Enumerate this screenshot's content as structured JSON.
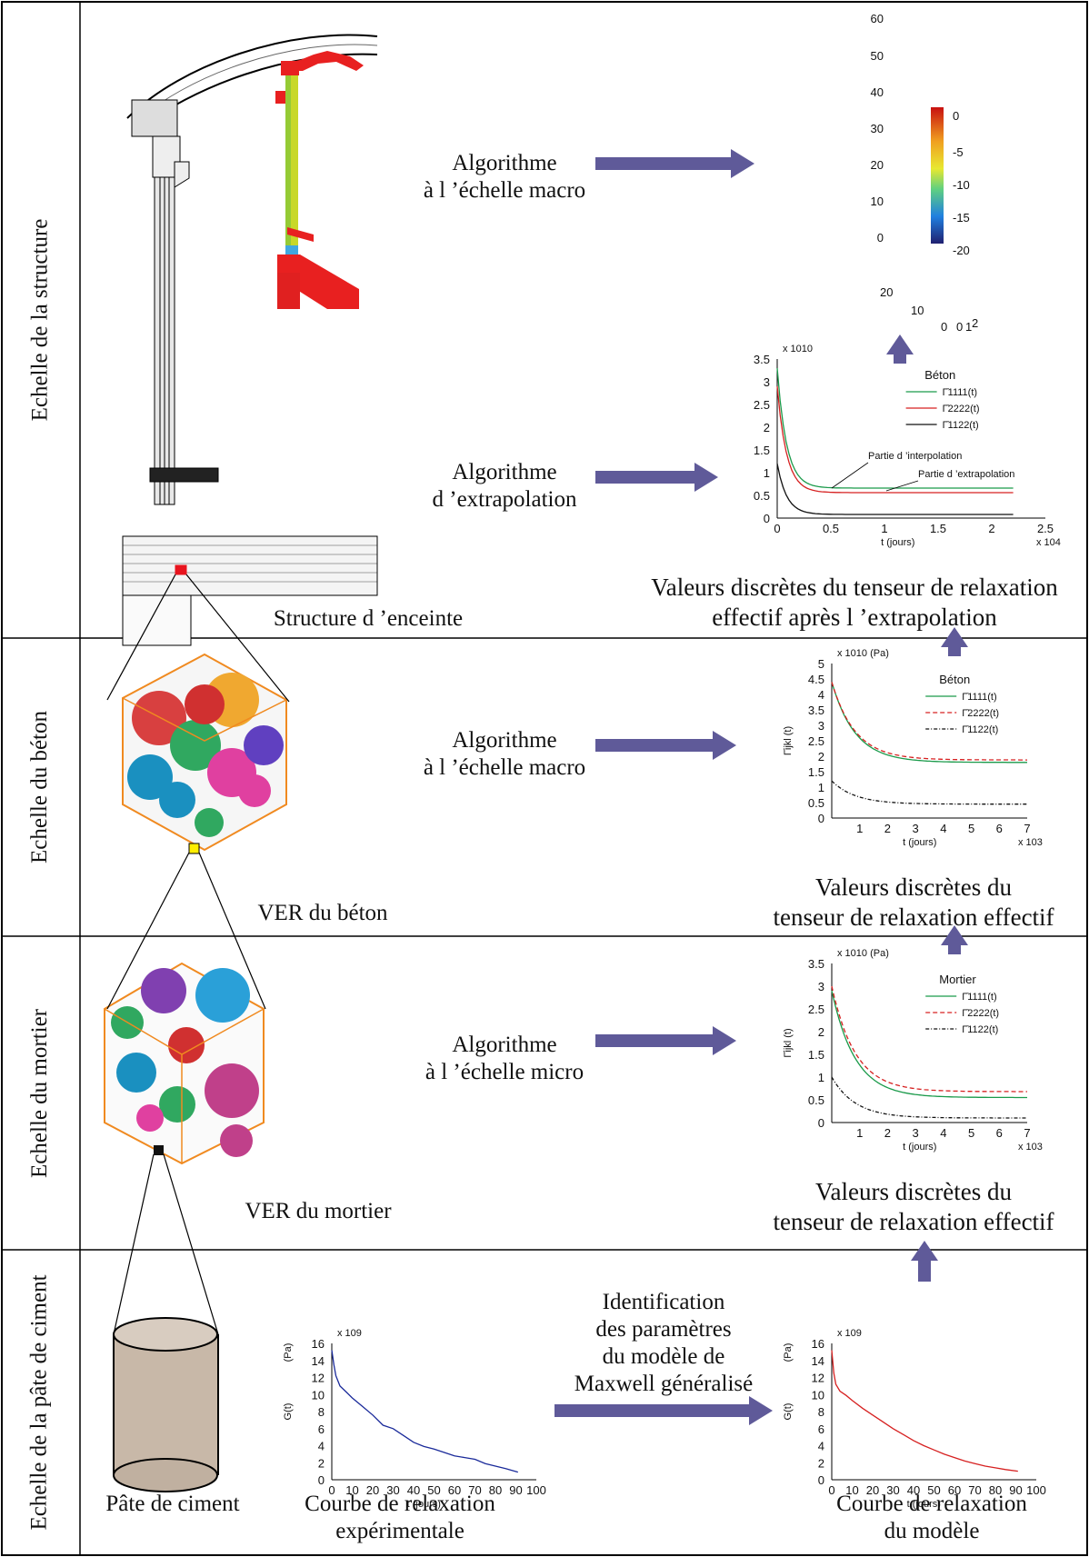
{
  "rows": [
    {
      "label": "Echelle de la structure"
    },
    {
      "label": "Echelle du béton"
    },
    {
      "label": "Echelle du mortier"
    },
    {
      "label": "Echelle de la pâte de ciment"
    }
  ],
  "structure": {
    "algo_macro": [
      "Algorithme",
      "à l ’échelle macro"
    ],
    "algo_extrap": [
      "Algorithme",
      "d ’extrapolation"
    ],
    "caption": "Structure d ’enceinte",
    "values_caption": [
      "Valeurs discrètes du tenseur de relaxation",
      "effectif après l ’extrapolation"
    ]
  },
  "beton": {
    "algo": [
      "Algorithme",
      "à l ’échelle macro"
    ],
    "caption": "VER du béton",
    "values_caption": [
      "Valeurs discrètes du",
      "tenseur de relaxation effectif"
    ]
  },
  "mortier": {
    "algo": [
      "Algorithme",
      "à l ’échelle micro"
    ],
    "caption": "VER du mortier",
    "values_caption": [
      "Valeurs discrètes du",
      "tenseur de relaxation effectif"
    ]
  },
  "pate": {
    "caption": "Pâte de ciment",
    "identification": [
      "Identification",
      "des paramètres",
      "du modèle de",
      "Maxwell généralisé"
    ],
    "exp_caption": [
      "Courbe de relaxation",
      "expérimentale"
    ],
    "model_caption": [
      "Courbe de relaxation",
      "du modèle"
    ]
  },
  "colors": {
    "arrow": "#5f5a99",
    "green": "#1a9a4a",
    "red": "#d62020",
    "black": "#111111",
    "blue": "#1a2a9a"
  },
  "contour": {
    "scale_ticks": [
      "0",
      "-5",
      "-10",
      "-15",
      "-20"
    ],
    "z_ticks": [
      "60",
      "50",
      "40",
      "30",
      "20",
      "10",
      "0"
    ],
    "x_ticks": [
      "20",
      "10",
      "0",
      "0",
      "1",
      "2"
    ]
  },
  "chart_data": [
    {
      "type": "line",
      "title": "Béton",
      "ylabel": "",
      "xlabel": "t (jours)",
      "x_multiplier": "x 10^4",
      "y_multiplier": "x 10^10",
      "ylim": [
        0,
        3.5
      ],
      "xlim": [
        0,
        2.5
      ],
      "yticks": [
        "3.5",
        "3",
        "2.5",
        "2",
        "1.5",
        "1",
        "0.5",
        "0"
      ],
      "xticks": [
        "0",
        "0.5",
        "1",
        "1.5",
        "2",
        "2.5"
      ],
      "annotations": [
        "Partie d ’interpolation",
        "Partie d ’extrapolation"
      ],
      "series": [
        {
          "name": "Γ̄1111(t)",
          "color": "#1a9a4a",
          "plateau": 0.66,
          "start": 3.3,
          "end": 2.2
        },
        {
          "name": "Γ̄2222(t)",
          "color": "#d62020",
          "plateau": 0.56,
          "start": 2.9,
          "end": 2.2
        },
        {
          "name": "Γ̄1122(t)",
          "color": "#111111",
          "plateau": 0.08,
          "start": 1.2,
          "end": 2.2
        }
      ]
    },
    {
      "type": "line",
      "title": "Béton",
      "ylabel": "Γ̄ijkl (t)",
      "xlabel": "t (jours)",
      "x_multiplier": "x 10^3",
      "y_multiplier": "x 10^10 (Pa)",
      "ylim": [
        0,
        5
      ],
      "xlim": [
        0,
        7
      ],
      "yticks": [
        "5",
        "4.5",
        "4",
        "3.5",
        "3",
        "2.5",
        "2",
        "1.5",
        "1",
        "0.5",
        "0"
      ],
      "xticks": [
        "1",
        "2",
        "3",
        "4",
        "5",
        "6",
        "7"
      ],
      "series": [
        {
          "name": "Γ̄1111(t)",
          "color": "#1a9a4a",
          "plateau": 1.8,
          "start": 4.4,
          "end": 7
        },
        {
          "name": "Γ̄2222(t)",
          "color": "#d62020",
          "plateau": 1.88,
          "start": 4.4,
          "end": 7
        },
        {
          "name": "Γ̄1122(t)",
          "color": "#111111",
          "plateau": 0.45,
          "start": 1.2,
          "end": 7
        }
      ]
    },
    {
      "type": "line",
      "title": "Mortier",
      "ylabel": "Γ̄ijkl (t)",
      "xlabel": "t (jours)",
      "x_multiplier": "x 10^3",
      "y_multiplier": "x 10^10 (Pa)",
      "ylim": [
        0,
        3.5
      ],
      "xlim": [
        0,
        7
      ],
      "yticks": [
        "3.5",
        "3",
        "2.5",
        "2",
        "1.5",
        "1",
        "0.5",
        "0"
      ],
      "xticks": [
        "1",
        "2",
        "3",
        "4",
        "5",
        "6",
        "7"
      ],
      "series": [
        {
          "name": "Γ̄1111(t)",
          "color": "#1a9a4a",
          "plateau": 0.55,
          "start": 2.9,
          "end": 7
        },
        {
          "name": "Γ̄2222(t)",
          "color": "#d62020",
          "plateau": 0.68,
          "start": 3.0,
          "end": 7
        },
        {
          "name": "Γ̄1122(t)",
          "color": "#111111",
          "plateau": 0.1,
          "start": 1.0,
          "end": 7
        }
      ]
    },
    {
      "type": "line",
      "title": "",
      "ylabel": "G(t)",
      "yunit": "(Pa)",
      "xlabel": "t (jours)",
      "y_multiplier": "x 10^9",
      "ylim": [
        0,
        16
      ],
      "xlim": [
        0,
        100
      ],
      "yticks": [
        "16",
        "14",
        "12",
        "10",
        "8",
        "6",
        "4",
        "2",
        "0"
      ],
      "xticks": [
        "0",
        "10",
        "20",
        "30",
        "40",
        "50",
        "60",
        "70",
        "80",
        "90",
        "100"
      ],
      "series": [
        {
          "name": "",
          "color": "#1a2a9a",
          "x": [
            0,
            1,
            2,
            4,
            7,
            10,
            15,
            20,
            25,
            30,
            35,
            40,
            45,
            50,
            55,
            60,
            65,
            70,
            75,
            80,
            85,
            91
          ],
          "y": [
            15.2,
            13.5,
            12.2,
            11.0,
            10.3,
            9.6,
            8.6,
            7.6,
            6.4,
            6.0,
            5.2,
            4.4,
            3.9,
            3.6,
            3.2,
            2.8,
            2.6,
            2.4,
            1.9,
            1.6,
            1.3,
            0.9
          ]
        }
      ]
    },
    {
      "type": "line",
      "title": "",
      "ylabel": "G(t)",
      "yunit": "(Pa)",
      "xlabel": "t (jours)",
      "y_multiplier": "x 10^9",
      "ylim": [
        0,
        16
      ],
      "xlim": [
        0,
        100
      ],
      "yticks": [
        "16",
        "14",
        "12",
        "10",
        "8",
        "6",
        "4",
        "2",
        "0"
      ],
      "xticks": [
        "0",
        "10",
        "20",
        "30",
        "40",
        "50",
        "60",
        "70",
        "80",
        "90",
        "100"
      ],
      "series": [
        {
          "name": "",
          "color": "#d62020",
          "x": [
            0,
            1,
            2,
            4,
            7,
            10,
            15,
            20,
            25,
            30,
            35,
            40,
            45,
            50,
            55,
            60,
            65,
            70,
            75,
            80,
            85,
            91
          ],
          "y": [
            15.2,
            12.5,
            11.2,
            10.4,
            9.9,
            9.3,
            8.4,
            7.6,
            6.8,
            6.0,
            5.3,
            4.6,
            4.0,
            3.5,
            3.0,
            2.6,
            2.2,
            1.9,
            1.6,
            1.4,
            1.2,
            1.0
          ]
        }
      ]
    }
  ]
}
